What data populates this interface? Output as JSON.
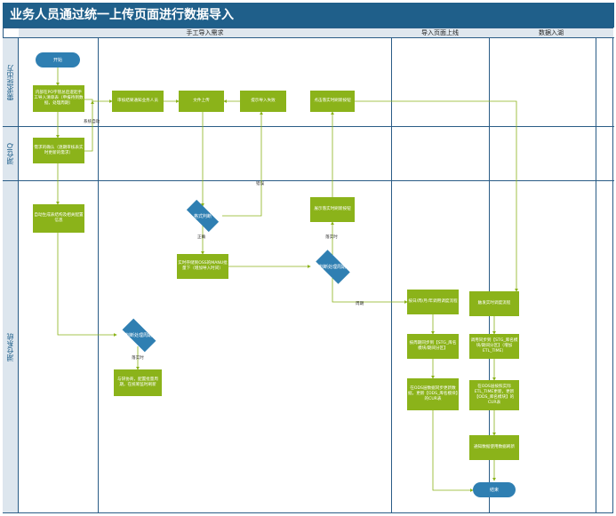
{
  "title": "业务人员通过统一上传页面进行数据导入",
  "columns": [
    "手工导入需求",
    "导入页面上线",
    "数据入湖"
  ],
  "lanes": [
    "需求提出方",
    "湖仓IQ",
    "湖仓系统"
  ],
  "nodes": {
    "start": "开始",
    "n1": "内部在PO字管总后逻起手工导入清单表（申报待到数据，处理周期）",
    "n2": "审核结果通知业务人员",
    "n3": "文件上传",
    "n4": "提示导入失败",
    "n5": "点击落实时刷新按钮",
    "n6": "需求的确认（逐期审核表实时更新的需求）",
    "n7": "自动生成表结构及相关配置信息",
    "d1": "格式判断",
    "n8": "实时存储到OSS的MANU批量下（增加导入时间）",
    "d2": "判断处理周期",
    "n9": "展示落实时刷新按钮",
    "d3": "判断处理周期",
    "n10": "与研协商，配置批量周期，在统筹监时刷新",
    "n11": "按日/周/月/年调用调度流程",
    "n12": "按周期同步到【STG_库名模块/期间分区】",
    "n13": "在ODS层数据同步更新数据，更新【ODS_库名模块】的CUR表",
    "n14": "触发实时调度流程",
    "n15": "调用同步到【STG_库名模块/期间分区】（增加ETL_TIME）",
    "n16": "在ODS层按照实际ETL_TIME更新，更新【ODS_库名模块】的CUR表",
    "n17": "通知数据使用数据刷新",
    "end": "结束"
  },
  "edge_labels": {
    "sys_auto": "系统自动",
    "error": "错误",
    "correct": "正确",
    "realtime": "落实时",
    "periodic": "周期",
    "realtime2": "落实时"
  }
}
